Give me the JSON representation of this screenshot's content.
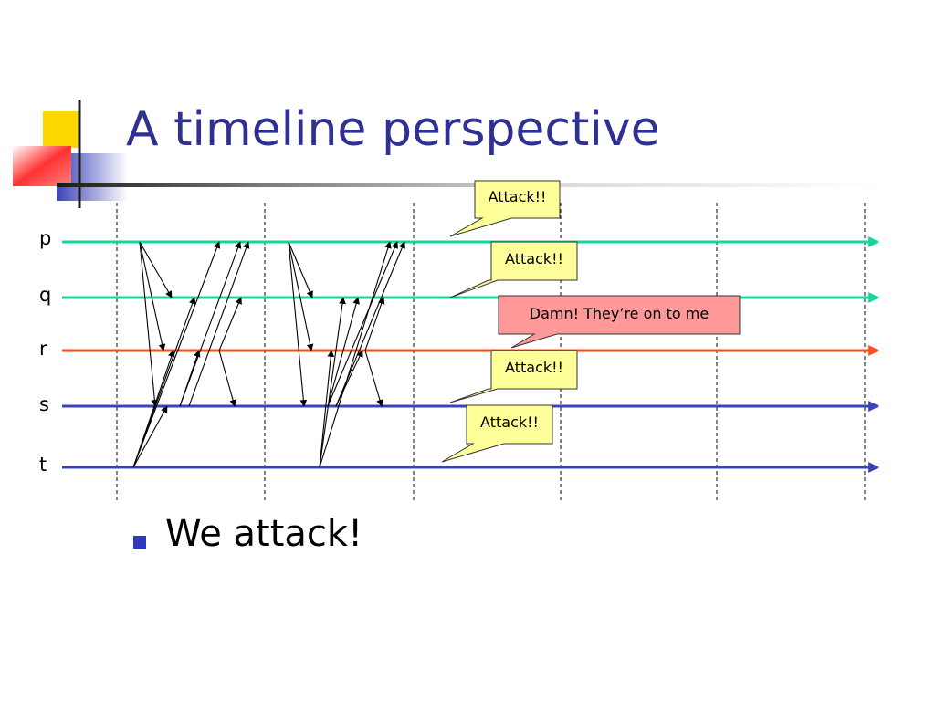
{
  "slide": {
    "title": "A timeline perspective",
    "bullets": [
      "We attack!"
    ]
  },
  "processes": [
    {
      "name": "p",
      "color": "#16d49e"
    },
    {
      "name": "q",
      "color": "#16d49e"
    },
    {
      "name": "r",
      "color": "#ff4d1a"
    },
    {
      "name": "s",
      "color": "#3b43b8"
    },
    {
      "name": "t",
      "color": "#3b43b8"
    }
  ],
  "callouts": [
    {
      "process": "p",
      "text": "Attack!!",
      "fill": "#ffff99"
    },
    {
      "process": "q",
      "text": "Attack!!",
      "fill": "#ffff99"
    },
    {
      "process": "r",
      "text": "Damn!  They’re on to me",
      "fill": "#ff9999"
    },
    {
      "process": "s",
      "text": "Attack!!",
      "fill": "#ffff99"
    },
    {
      "process": "t",
      "text": "Attack!!",
      "fill": "#ffff99"
    }
  ],
  "colors": {
    "title": "#2e3191",
    "bullet": "#2e3ab9",
    "logo_yellow": "#ffd700",
    "logo_blue": "#3b43b8",
    "logo_red": "#ff3333"
  }
}
